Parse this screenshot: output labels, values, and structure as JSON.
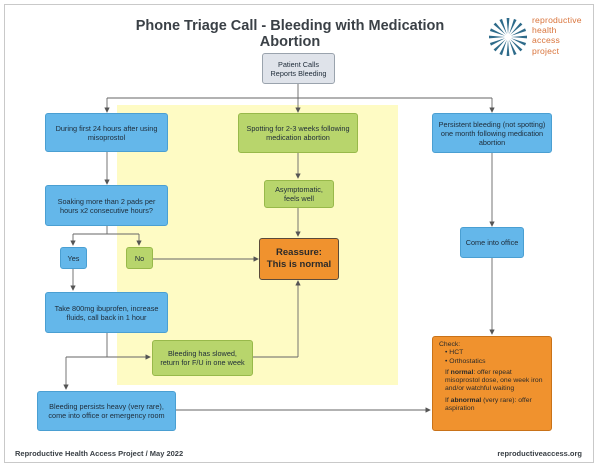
{
  "title": "Phone Triage Call - Bleeding with Medication Abortion",
  "logo": {
    "lines": [
      "reproductive",
      "health",
      "access",
      "project"
    ],
    "colors": {
      "text": "#d9733a",
      "mark": "#2e6b8a"
    }
  },
  "nodes": {
    "patient_calls": "Patient Calls\nReports Bleeding",
    "first_24": "During first 24 hours after using\nmisoprostol",
    "spotting": "Spotting for 2-3 weeks following\nmedication abortion",
    "persistent": "Persistent bleeding (not spotting)\none month following medication\nabortion",
    "soaking": "Soaking more than 2 pads per\nhours x2 consecutive hours?",
    "asymptomatic": "Asymptomatic,\nfeels well",
    "come_office": "Come into office",
    "yes": "Yes",
    "no": "No",
    "reassure": "Reassure:\nThis is normal",
    "ibuprofen": "Take 800mg ibuprofen, increase\nfluids, call back in 1 hour",
    "slowed": "Bleeding has slowed,\nreturn for F/U in one week",
    "persists_heavy": "Bleeding persists heavy (very rare),\ncome into office or emergency room",
    "check": {
      "heading": "Check:",
      "items": [
        "HCT",
        "Orthostatics"
      ],
      "normal_prefix": "If ",
      "normal_word": "normal",
      "normal_rest": ": offer repeat misoprostol dose, one week iron and/or watchful waiting",
      "abnormal_prefix": "If ",
      "abnormal_word": "abnormal",
      "abnormal_rest": " (very rare): offer aspiration"
    }
  },
  "footer": {
    "left": "Reproductive Health Access Project / May 2022",
    "right": "reproductiveaccess.org"
  },
  "colors": {
    "blue": "#64b7ea",
    "green": "#b8d56c",
    "orange": "#f0922e",
    "gray": "#dfe3ea",
    "yellow": "#fefbc4",
    "line": "#555555"
  }
}
